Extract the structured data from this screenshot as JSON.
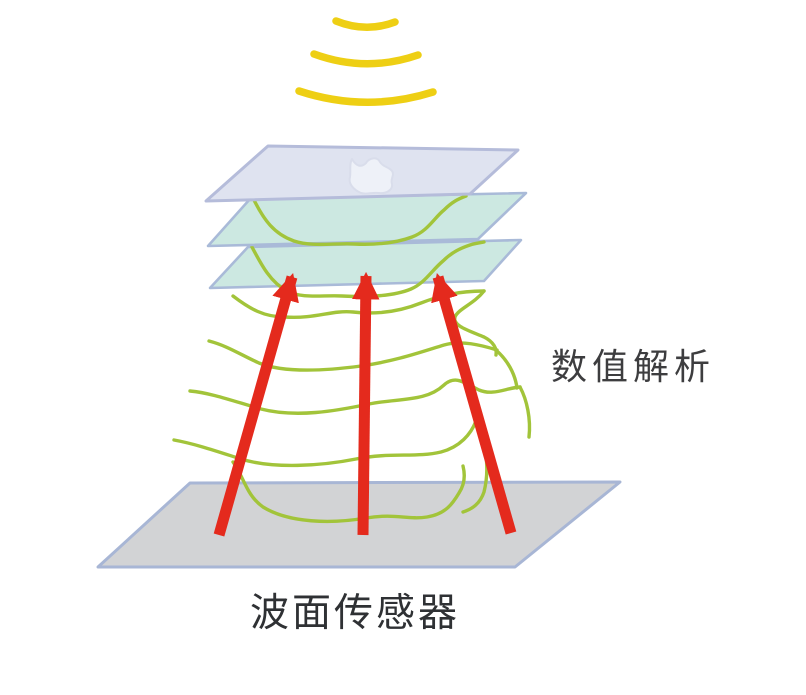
{
  "labels": {
    "numerical_analysis": "数值解析",
    "wavefront_sensor": "波面传感器"
  },
  "colors": {
    "bg": "#ffffff",
    "arc-yellow": "#eecf14",
    "wave-green": "#a2c43a",
    "arrow-red": "#e42a1d",
    "plane-top-fill": "#dfe3f0",
    "plane-top-border": "#b5bcda",
    "blob-fill": "#eef1f8",
    "blob-border": "#d9ddeb",
    "plane-teal-fill": "#cce8e1",
    "plane-teal-border": "#a9bad8",
    "plane-gray-fill": "#d2d3d5",
    "plane-gray-border": "#a8b6d5",
    "label-analysis": "#3d3d3f",
    "label-sensor": "#2f3134"
  },
  "icons": {
    "light-arcs-icon": "three concentric yellow arcs (incoming light waves)",
    "distortion-blob-icon": "irregular pale blob on top plane",
    "wavefront-lines-icon": "green wavy contour lines (distorted wavefronts)",
    "up-arrow-icon": "thick red upward measurement arrow"
  }
}
